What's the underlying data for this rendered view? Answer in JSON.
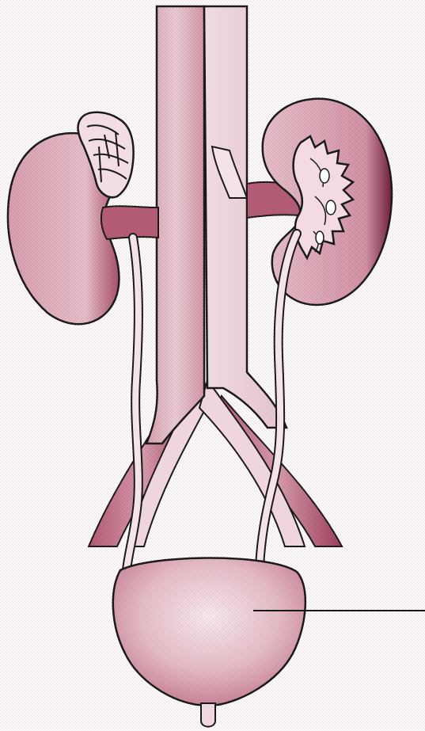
{
  "figure": {
    "labels": [],
    "colors": {
      "tissue_light": "#f4dfe3",
      "tissue_mid": "#e2b6c0",
      "tissue_dark": "#b85d74",
      "tissue_shadow": "#7a2a43",
      "outline": "#1a1a1a",
      "background": "#ffffff"
    },
    "structures": [
      "aorta",
      "inferior-vena-cava",
      "left-kidney",
      "right-kidney",
      "adrenal-gland",
      "renal-artery",
      "renal-vein",
      "left-ureter",
      "right-ureter",
      "common-iliac-arteries",
      "common-iliac-veins",
      "urinary-bladder",
      "urethra"
    ],
    "pointer_line": "bladder-label-pointer"
  }
}
